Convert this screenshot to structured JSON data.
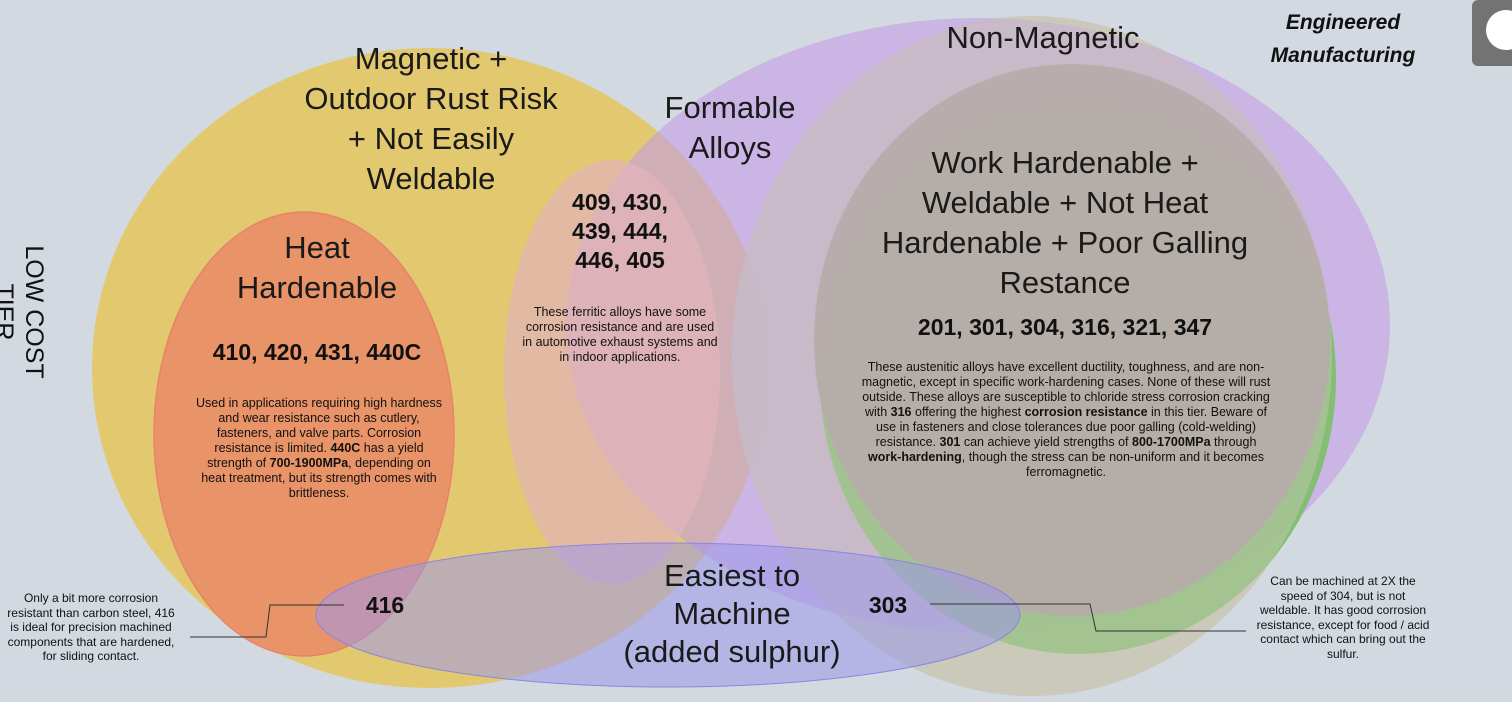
{
  "brand": {
    "line1": "Engineered",
    "line2": "Manufacturing"
  },
  "tier_label": "LOW COST TIER",
  "colors": {
    "background": "#d2d9e0",
    "magnetic": "#e3c868",
    "formable": "#c59de6",
    "non_magnetic": "#c9c8b8",
    "heat_hardenable": "#ea8d67",
    "work_hardenable": "#b6aba9",
    "machinable": "#9d97ea",
    "green_edge": "#7fbf6e"
  },
  "sets": {
    "magnetic": {
      "title_lines": [
        "Magnetic +",
        "Outdoor Rust Risk",
        "+ Not Easily",
        "Weldable"
      ]
    },
    "formable": {
      "title_lines": [
        "Formable",
        "Alloys"
      ],
      "grades_lines": [
        "409, 430,",
        "439, 444,",
        "446, 405"
      ],
      "description": "These ferritic alloys have some corrosion resistance and are used in automotive exhaust systems and in indoor applications."
    },
    "non_magnetic": {
      "title": "Non-Magnetic"
    },
    "heat_hardenable": {
      "title_lines": [
        "Heat",
        "Hardenable"
      ],
      "grades": "410, 420, 431, 440C",
      "description": "Used in applications requiring high hardness and wear resistance such as cutlery, fasteners, and valve parts. Corrosion resistance is limited. **440C** has a yield strength of **700-1900MPa**, depending on heat treatment, but its strength comes with brittleness."
    },
    "work_hardenable": {
      "title_lines": [
        "Work Hardenable +",
        "Weldable + Not Heat",
        "Hardenable + Poor Galling",
        "Restance"
      ],
      "grades": "201, 301, 304, 316, 321, 347",
      "description": "These austenitic alloys have excellent ductility, toughness, and are non-magnetic, except in specific work-hardening cases. None of these will rust outside. These alloys are susceptible to chloride stress corrosion cracking with **316** offering the highest **corrosion resistance** in this tier. Beware of use in fasteners and close tolerances due poor galling (cold-welding) resistance.  **301** can achieve yield strengths of **800-1700MPa** through **work-hardening**, though the stress can be non-uniform and it becomes ferromagnetic."
    },
    "machinable": {
      "title_lines": [
        "Easiest to",
        "Machine",
        "(added sulphur)"
      ]
    }
  },
  "callouts": {
    "left": {
      "grade": "416",
      "note": "Only a bit more corrosion resistant than carbon steel, 416 is ideal for precision machined components that are hardened, for sliding contact."
    },
    "right": {
      "grade": "303",
      "note": "Can be machined at 2X the speed of 304, but is not weldable. It has good corrosion resistance, except for food / acid contact which can bring out the sulfur."
    }
  }
}
